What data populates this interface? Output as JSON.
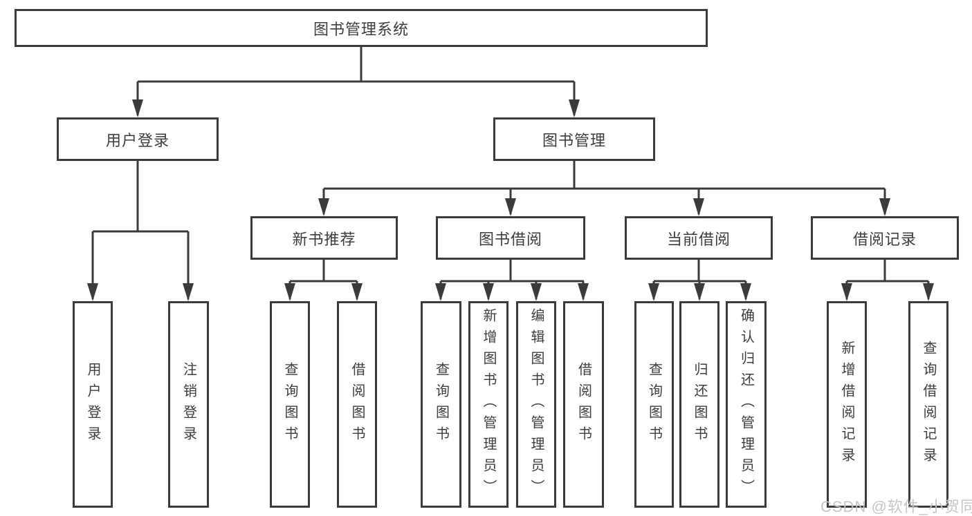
{
  "diagram": {
    "root": {
      "label": "图书管理系统"
    },
    "branches": {
      "user_login": {
        "label": "用户登录",
        "children": [
          "用户登录",
          "注销登录"
        ]
      },
      "book_management": {
        "label": "图书管理"
      }
    },
    "sections": {
      "new_book": {
        "label": "新书推荐",
        "children": [
          "查询图书",
          "借阅图书"
        ]
      },
      "borrow": {
        "label": "图书借阅",
        "children": [
          "查询图书",
          "新增图书（管理员）",
          "编辑图书（管理员）",
          "借阅图书"
        ]
      },
      "current": {
        "label": "当前借阅",
        "children": [
          "查询图书",
          "归还图书",
          "确认归还（管理员）"
        ]
      },
      "records": {
        "label": "借阅记录",
        "children": [
          "新增借阅记录",
          "查询借阅记录"
        ]
      }
    }
  },
  "watermark": {
    "text": "CSDN @软件_小贺同学"
  },
  "colors": {
    "line": "#3b3b3b",
    "text": "#3d3d3d",
    "box_background": "#ffffff",
    "page_background": "#ffffff",
    "watermark": "#c3c3c3"
  }
}
